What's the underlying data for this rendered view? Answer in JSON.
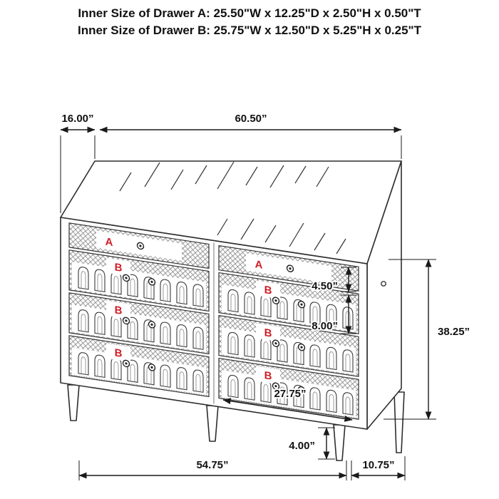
{
  "header": {
    "line1": "Inner Size of Drawer A: 25.50\"W x 12.25\"D x 2.50\"H x 0.50\"T",
    "line2": "Inner Size of Drawer B: 25.75\"W x 12.50\"D x 5.25\"H x 0.25\"T"
  },
  "drawer_labels": {
    "a": "A",
    "b": "B"
  },
  "dimensions": {
    "top_depth": "16.00”",
    "top_width": "60.50”",
    "height": "38.25”",
    "drawer_a_height": "4.50”",
    "drawer_b_height": "8.00”",
    "drawer_width": "27.75”",
    "leg_height": "4.00”",
    "bottom_width": "54.75”",
    "bottom_depth": "10.75”"
  },
  "colors": {
    "accent_red": "#d01f26",
    "line": "#1a1a1a"
  }
}
